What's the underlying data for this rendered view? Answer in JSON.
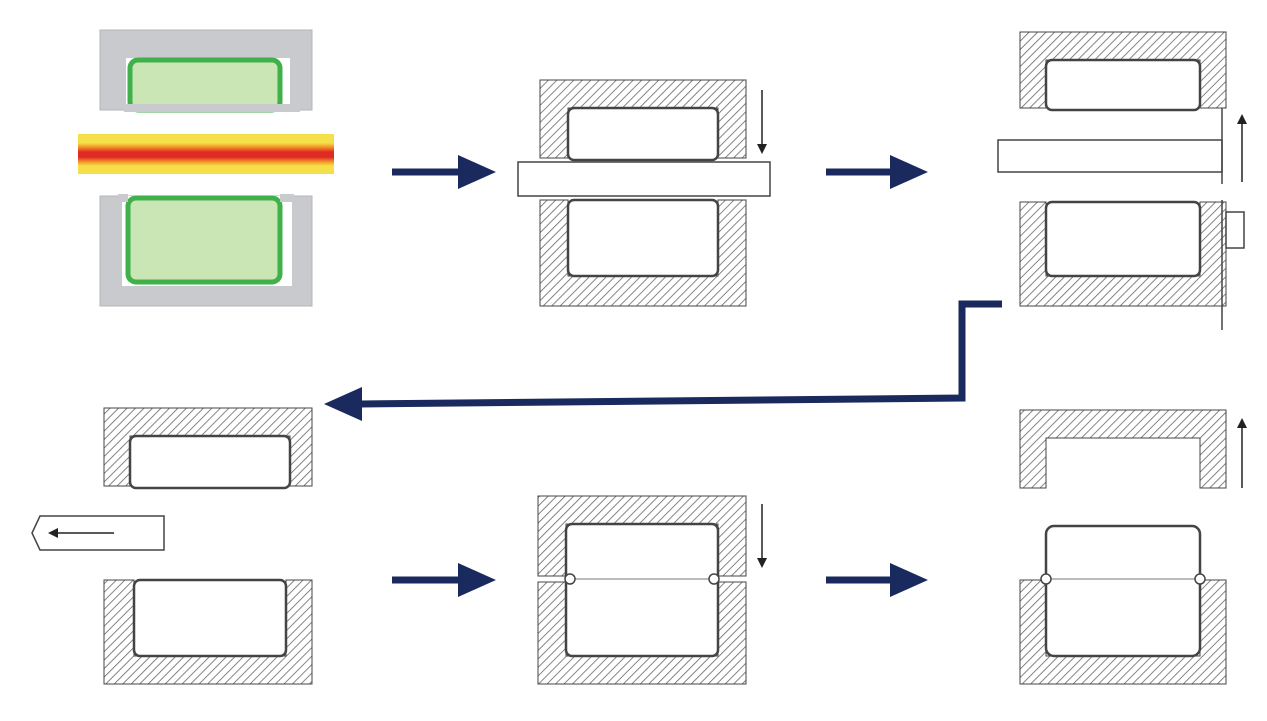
{
  "diagram": {
    "description_visible_text": [],
    "colors": {
      "flow_arrow": "#1b2a5e",
      "mold_gray": "#c9cacd",
      "mold_green_fill": "#c9e6b4",
      "mold_green_edge": "#3fb04a",
      "hot_sheet_yellow": "#f6e04a",
      "hot_sheet_orange": "#f39a2a",
      "hot_sheet_red": "#e02a24",
      "hatch_line": "#555555",
      "outline": "#444444"
    },
    "steps": [
      {
        "id": "heat-sheet",
        "name": "heated-sheet-between-mold-halves"
      },
      {
        "id": "clamp-sheet",
        "name": "mold-closed-on-sheet"
      },
      {
        "id": "retract-top-1",
        "name": "top-mold-retracted-sheet-formed"
      },
      {
        "id": "withdraw-plate",
        "name": "heater-plate-withdrawn"
      },
      {
        "id": "fuse-halves",
        "name": "mold-halves-pressed-together"
      },
      {
        "id": "release-part",
        "name": "top-mold-raised-part-released"
      }
    ]
  }
}
